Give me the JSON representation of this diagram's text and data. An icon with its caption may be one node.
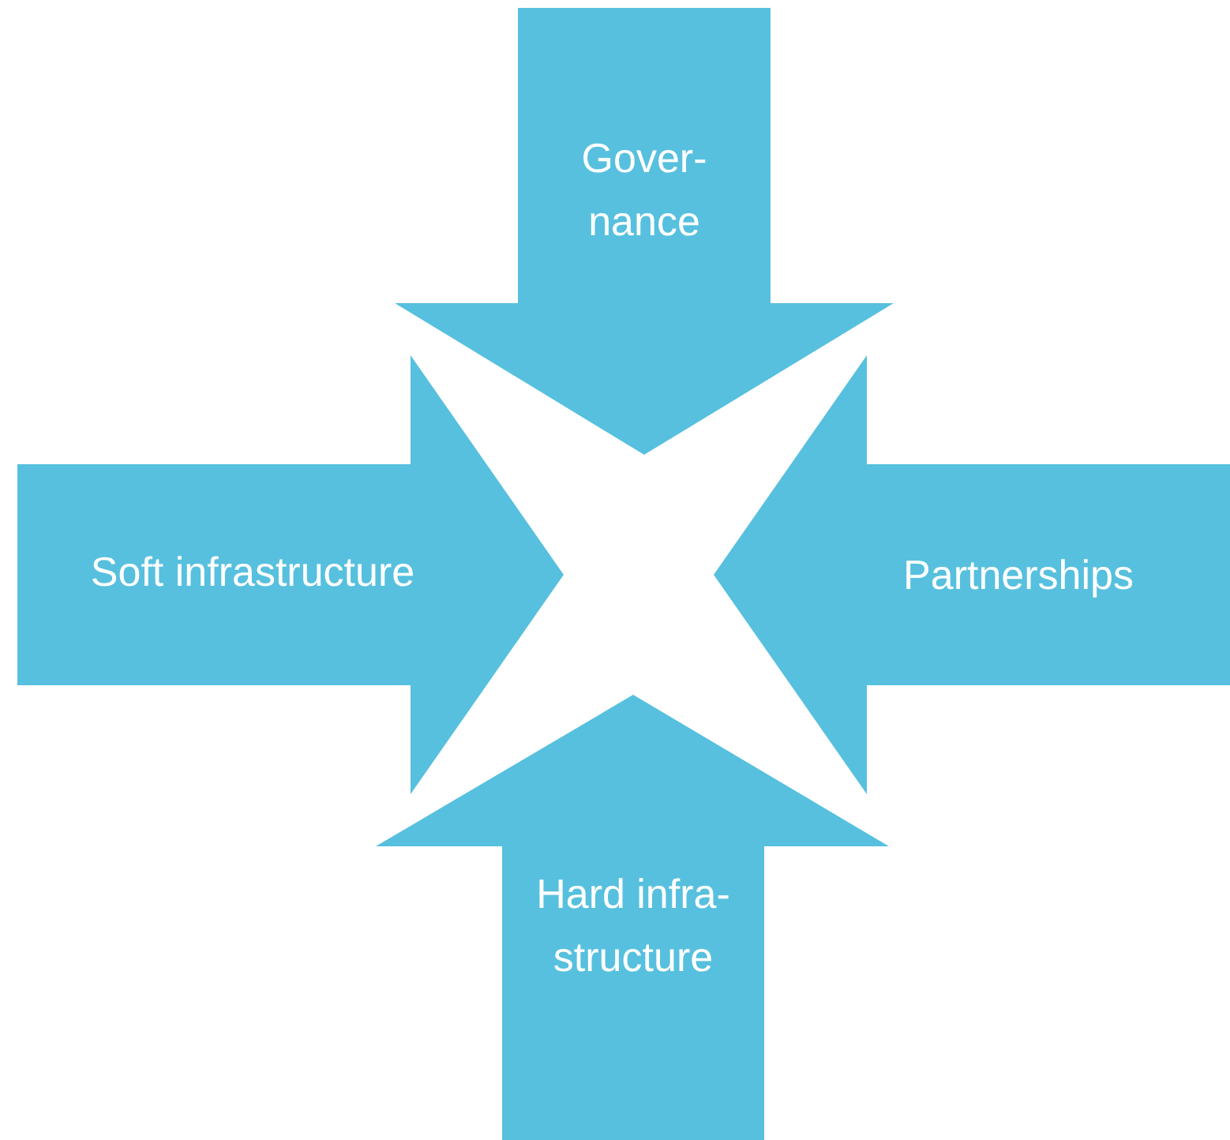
{
  "diagram": {
    "nodes": [
      {
        "text": [
          "Gover- nance"
        ]
      },
      {
        "text": [
          "Soft infrastructure"
        ]
      },
      {
        "text": [
          "Partnerships"
        ]
      },
      {
        "text": [
          "Hard infra- structure"
        ]
      }
    ]
  }
}
